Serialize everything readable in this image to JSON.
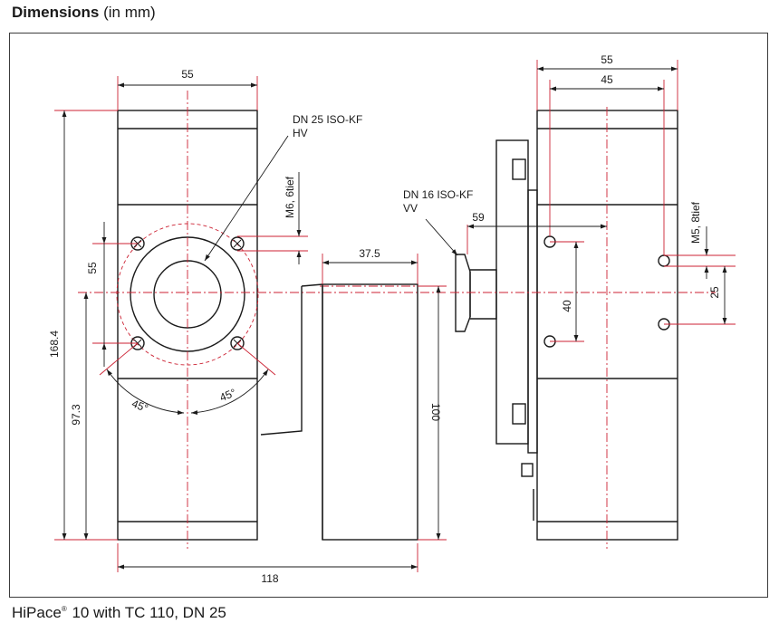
{
  "header": {
    "title_bold": "Dimensions",
    "title_rest": "(in mm)"
  },
  "drawing": {
    "front_view": {
      "width_top": "55",
      "flange_label_line1": "DN 25 ISO-KF",
      "flange_label_line2": "HV",
      "thread_label": "M6, 6tief",
      "hole_spacing": "55",
      "overall_height": "168.4",
      "center_height": "97.3",
      "angle_left": "45°",
      "angle_right": "45°",
      "controller_depth": "37.5",
      "controller_height": "100",
      "overall_width": "118"
    },
    "side_view": {
      "width_outer": "55",
      "width_inner": "45",
      "flange_label_line1": "DN 16 ISO-KF",
      "flange_label_line2": "VV",
      "flange_offset": "59",
      "thread_label": "M5, 8tief",
      "hole_spacing_vertical": "40",
      "hole_offset": "25"
    }
  },
  "caption": {
    "product": "HiPace",
    "reg_mark": "®",
    "description": "10 with TC 110, DN 25"
  }
}
